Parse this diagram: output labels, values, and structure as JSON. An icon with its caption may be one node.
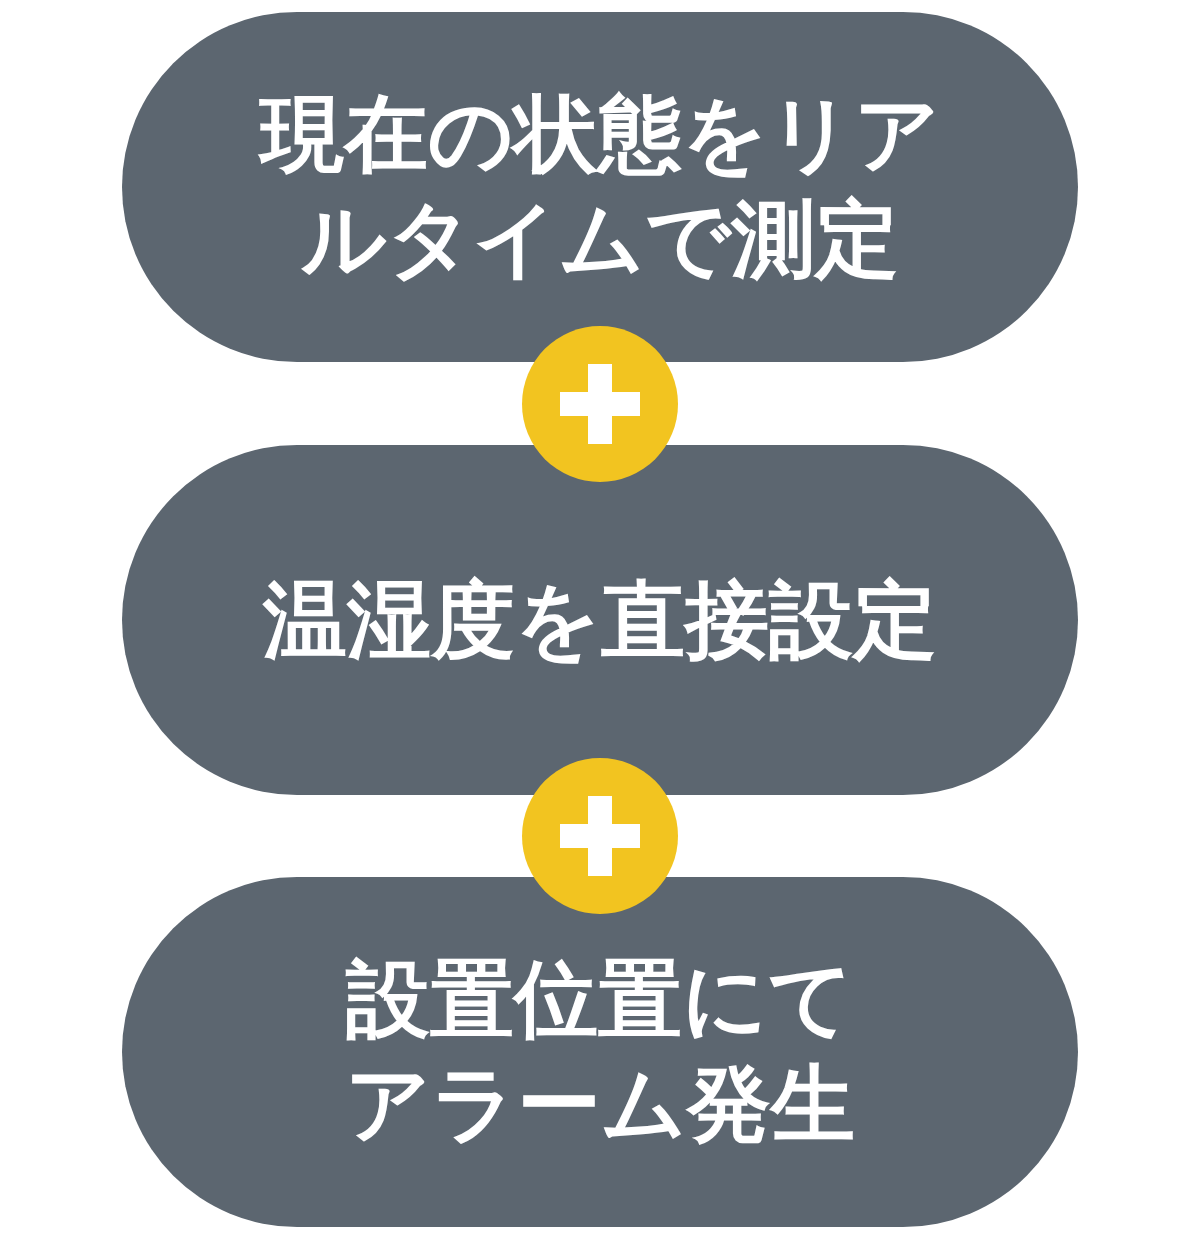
{
  "diagram": {
    "nodes": [
      {
        "text": [
          "現在の状態をリアルタイムで測定"
        ]
      },
      {
        "text": [],
        "shape": "circle"
      },
      {
        "text": [
          "温湿度を直接設定"
        ]
      },
      {
        "text": [],
        "shape": "circle"
      },
      {
        "text": [
          "設置位置にてアラーム発生"
        ]
      }
    ]
  }
}
